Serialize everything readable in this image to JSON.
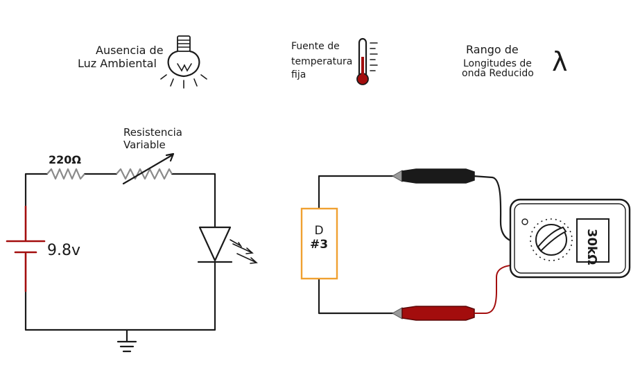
{
  "conditions": [
    {
      "lines": [
        "Ausencia de",
        "Luz Ambiental"
      ],
      "icon": "light-bulb-icon"
    },
    {
      "lines": [
        "Fuente de",
        "temperatura",
        "fija"
      ],
      "icon": "thermometer-icon"
    },
    {
      "lines": [
        "Rango de",
        "Longitudes de",
        "onda Reducido"
      ],
      "icon": "lambda-icon",
      "symbol": "λ"
    }
  ],
  "circuit": {
    "resistor_label": "220Ω",
    "variable_resistor_label": [
      "Resistencia",
      "Variable"
    ],
    "battery_label": "9.8v"
  },
  "measurement": {
    "device_label": [
      "D",
      "#3"
    ],
    "meter_reading": "30kΩ"
  },
  "colors": {
    "wire": "#1a1a1a",
    "battery": "#a30d0d",
    "resistor": "#8a8a8a",
    "device_border": "#f0a030",
    "probe_red": "#a30d0d",
    "probe_black": "#1a1a1a",
    "thermometer_fluid": "#a30d0d"
  }
}
